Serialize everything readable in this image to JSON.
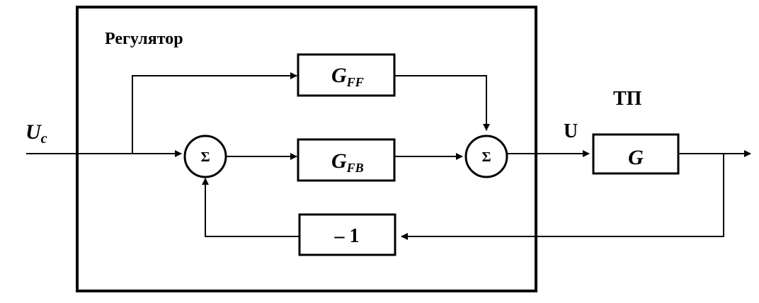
{
  "controller": {
    "label": "Регулятор"
  },
  "plant": {
    "label": "ТП",
    "block_label": "G"
  },
  "blocks": {
    "feedforward": {
      "main": "G",
      "sub": "FF"
    },
    "feedback": {
      "main": "G",
      "sub": "FB"
    },
    "negation": {
      "label": "– 1"
    }
  },
  "summers": {
    "left": {
      "symbol": "Σ"
    },
    "right": {
      "symbol": "Σ"
    }
  },
  "signals": {
    "input": {
      "main": "U",
      "sub": "c"
    },
    "control": {
      "label": "U"
    }
  }
}
